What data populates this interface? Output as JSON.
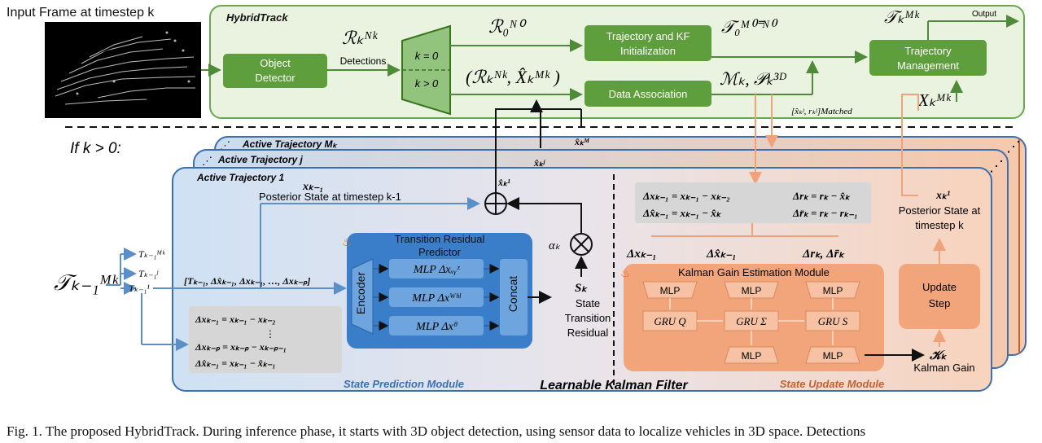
{
  "input": {
    "title": "Input Frame at timestep k"
  },
  "hybridtrack": {
    "title": "HybridTrack",
    "object_detector": [
      "Object",
      "Detector"
    ],
    "detections_symbol": "ℛₖᴺᵏ",
    "detections_label": "Detections",
    "switch_top": "k = 0",
    "switch_bottom": "k > 0",
    "r0_symbol": "ℛ₀ᴺ⁰",
    "pair_symbol": "(ℛₖᴺᵏ, X̂ₖᴹᵏ )",
    "traj_init": [
      "Trajectory and KF",
      "Initialization"
    ],
    "data_assoc": "Data Association",
    "t0_symbol": "𝒯₀ᴹ⁰⁼ᴺ⁰",
    "mp_symbol": "ℳₖ, 𝒫ₖ³ᴰ",
    "traj_mgmt": [
      "Trajectory",
      "Management"
    ],
    "tk_symbol": "𝒯ₖᴹᵏ",
    "output_label": "Output",
    "xk_symbol": "Xₖᴹᵏ",
    "matched_symbol": "[x̂ₖʲ, rₖʲ]Matched"
  },
  "condition": "If k > 0:",
  "layers": {
    "active_m": "Active Trajectory Mₖ",
    "active_j": "Active Trajectory j",
    "active_1": "Active Trajectory 1"
  },
  "inputs": {
    "t_prev_symbol": "𝒯ₖ₋₁ᴹᵏ",
    "tm": "Tₖ₋₁ᴹᵏ",
    "tj": "Tₖ₋₁ʲ",
    "t1": "Tₖ₋₁¹"
  },
  "prediction": {
    "posterior_symbol": "xₖ₋₁",
    "posterior_label": "Posterior State at timestep k-1",
    "seq_symbol": "[Tₖ₋₁, Δx̂ₖ₋₁, Δxₖ₋₁, …, Δxₖ₋ₚ]",
    "eq1": "Δxₖ₋₁ = xₖ₋₁ − xₖ₋₂",
    "eq_dots": "⋮",
    "eq2": "Δxₖ₋ₚ = xₖ₋ₚ − xₖ₋ₚ₋₁",
    "eq3": "Δx̂ₖ₋₁ = xₖ₋₁ − x̂ₖ₋₁",
    "predictor_title": [
      "Transition Residual",
      "Predictor"
    ],
    "encoder": "Encoder",
    "mlp_xyz": "MLP Δxₓᵧᶻ",
    "mlp_whl": "MLP Δxᵂʰˡ",
    "mlp_theta": "MLP Δxᶿ",
    "concat": "Concat",
    "alpha": "αₖ",
    "sk_symbol": "Sₖ",
    "sk_label": [
      "State",
      "Transition",
      "Residual"
    ],
    "x1_hat": "x̂ₖ¹",
    "xj_hat": "x̂ₖʲ",
    "xm_hat": "x̂ₖᴹ",
    "module_label": "State Prediction Module"
  },
  "update": {
    "eq_a": "Δxₖ₋₁ = xₖ₋₁ − xₖ₋₂",
    "eq_b": "Δx̂ₖ₋₁ = xₖ₋₁ − x̂ₖ",
    "eq_c": "Δrₖ = rₖ − x̂ₖ",
    "eq_d": "Δr̄ₖ = rₖ − rₖ₋₁",
    "in1": "Δxₖ₋₁",
    "in2": "Δx̂ₖ₋₁",
    "in3": "Δrₖ, Δr̄ₖ",
    "kgem_title": "Kalman Gain Estimation Module",
    "mlp": "MLP",
    "gru_q": "GRU Q",
    "gru_sigma": "GRU Σ",
    "gru_s": "GRU S",
    "kk_symbol": "𝒦ₖ",
    "kk_label": "Kalman Gain",
    "update_step": [
      "Update",
      "Step"
    ],
    "x1_symbol": "xₖ¹",
    "posterior_label": [
      "Posterior State at",
      "timestep k"
    ],
    "module_label": "State Update Module"
  },
  "lkf_label": "Learnable Kalman Filter",
  "caption": "Fig. 1.   The proposed HybridTrack. During inference phase, it starts with 3D object detection, using sensor data to localize vehicles in 3D space. Detections",
  "colors": {
    "green_bg": "#e9f3df",
    "green_border": "#6aa84f",
    "green_box": "#5e9e3c",
    "blue_box": "#3a7dc9",
    "blue_border": "#3b6fb0",
    "orange_border": "#c0622e",
    "orange_box": "#f2a57a"
  }
}
